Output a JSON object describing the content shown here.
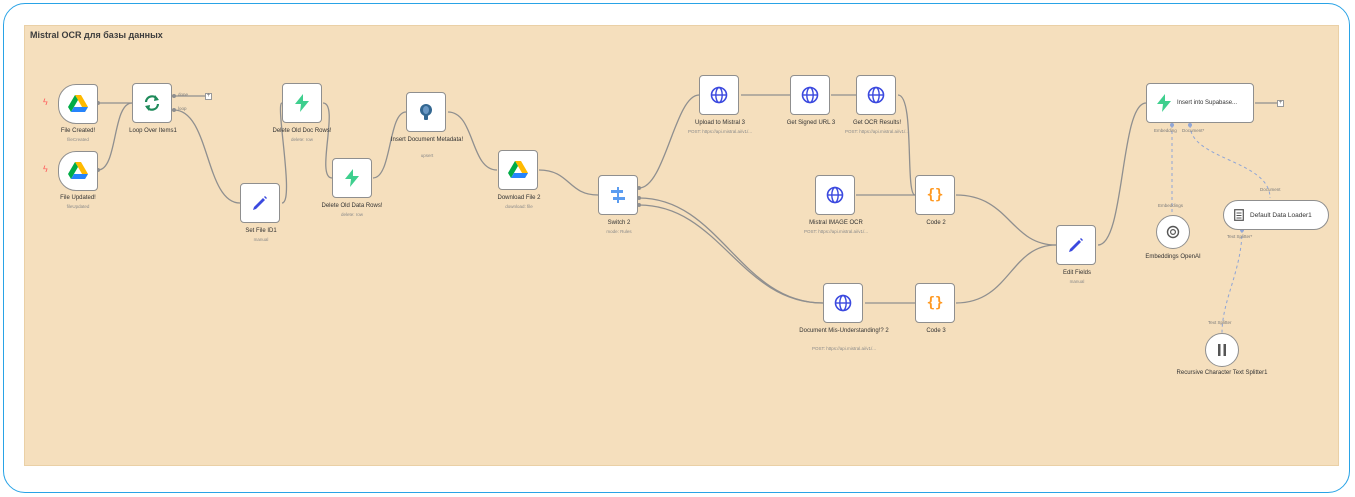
{
  "workflow": {
    "title": "Mistral OCR для базы данных",
    "nodes": {
      "file_created": {
        "label": "File Created!",
        "sub": "fileCreated"
      },
      "file_updated": {
        "label": "File Updated!",
        "sub": "fileUpdated"
      },
      "loop": {
        "label": "Loop Over Items1",
        "port_done": "done",
        "port_loop": "loop"
      },
      "set_file_id": {
        "label": "Set File ID1",
        "sub": "manual"
      },
      "delete_doc_rows": {
        "label": "Delete Old Doc Rows!",
        "sub": "delete: row"
      },
      "delete_data_rows": {
        "label": "Delete Old Data Rows!",
        "sub": "delete: row"
      },
      "insert_metadata": {
        "label": "Insert Document Metadata!",
        "sub": "upsert"
      },
      "download_file": {
        "label": "Download File 2",
        "sub": "download: file"
      },
      "switch": {
        "label": "Switch 2",
        "sub": "mode: Rules"
      },
      "upload_mistral": {
        "label": "Upload to Mistral 3",
        "sub": "POST: https://api.mistral.ai/v1/..."
      },
      "get_signed_url": {
        "label": "Get Signed URL 3"
      },
      "get_ocr_results": {
        "label": "Get OCR Results!",
        "sub": "POST: https://api.mistral.ai/v1/..."
      },
      "mistral_image_ocr": {
        "label": "Mistral IMAGE OCR",
        "sub": "POST: https://api.mistral.ai/v1/..."
      },
      "doc_understanding": {
        "label": "Document Mis-Understanding!? 2",
        "sub": "POST: https://api.mistral.ai/v1/..."
      },
      "code2": {
        "label": "Code 2"
      },
      "code3": {
        "label": "Code 3"
      },
      "edit_fields": {
        "label": "Edit Fields",
        "sub": "manual"
      },
      "insert_supabase": {
        "label": "Insert into Supabase...",
        "port_embedding": "Embedding",
        "port_document": "Document*"
      },
      "embeddings": {
        "label": "Embeddings OpenAI",
        "port": "Embeddings"
      },
      "data_loader": {
        "label": "Default Data Loader1",
        "port": "Document",
        "port_splitter": "Text Splitter*"
      },
      "text_splitter": {
        "label": "Recursive Character Text Splitter1",
        "port": "Text Splitter"
      }
    }
  },
  "colors": {
    "sticky": "#f5dfbd",
    "frame": "#29a3e6",
    "wire": "#8f8f8f",
    "supabase": "#3ecf8e",
    "http": "#3b49df",
    "code": "#ff9922",
    "trigger_bolt": "#ff5c5c"
  },
  "icons": [
    "google-drive-icon",
    "loop-icon",
    "pencil-icon",
    "supabase-bolt-icon",
    "postgres-icon",
    "globe-icon",
    "switch-icon",
    "code-braces-icon",
    "openai-icon",
    "document-icon",
    "splitter-icon"
  ]
}
